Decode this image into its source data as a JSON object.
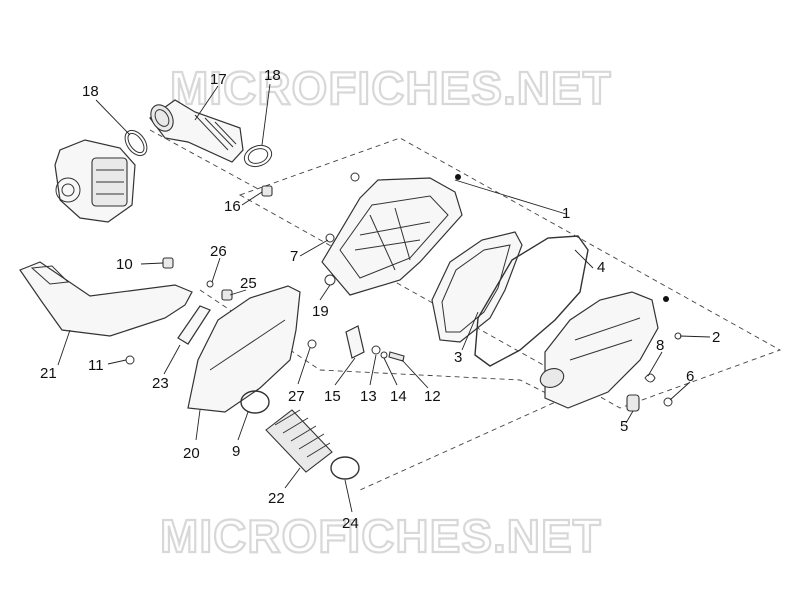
{
  "watermark": {
    "top": "MICROFICHES.NET",
    "bottom": "MICROFICHES.NET"
  },
  "callouts": {
    "c1": "1",
    "c2": "2",
    "c3": "3",
    "c4": "4",
    "c5": "5",
    "c6": "6",
    "c7": "7",
    "c8": "8",
    "c9": "9",
    "c10": "10",
    "c11": "11",
    "c12": "12",
    "c13": "13",
    "c14": "14",
    "c15": "15",
    "c16": "16",
    "c17": "17",
    "c18a": "18",
    "c18b": "18",
    "c19": "19",
    "c20": "20",
    "c21": "21",
    "c22": "22",
    "c23": "23",
    "c24": "24",
    "c25": "25",
    "c26": "26",
    "c27": "27"
  },
  "colors": {
    "line": "#333333",
    "watermark": "#d8d8d8",
    "text": "#111111"
  }
}
